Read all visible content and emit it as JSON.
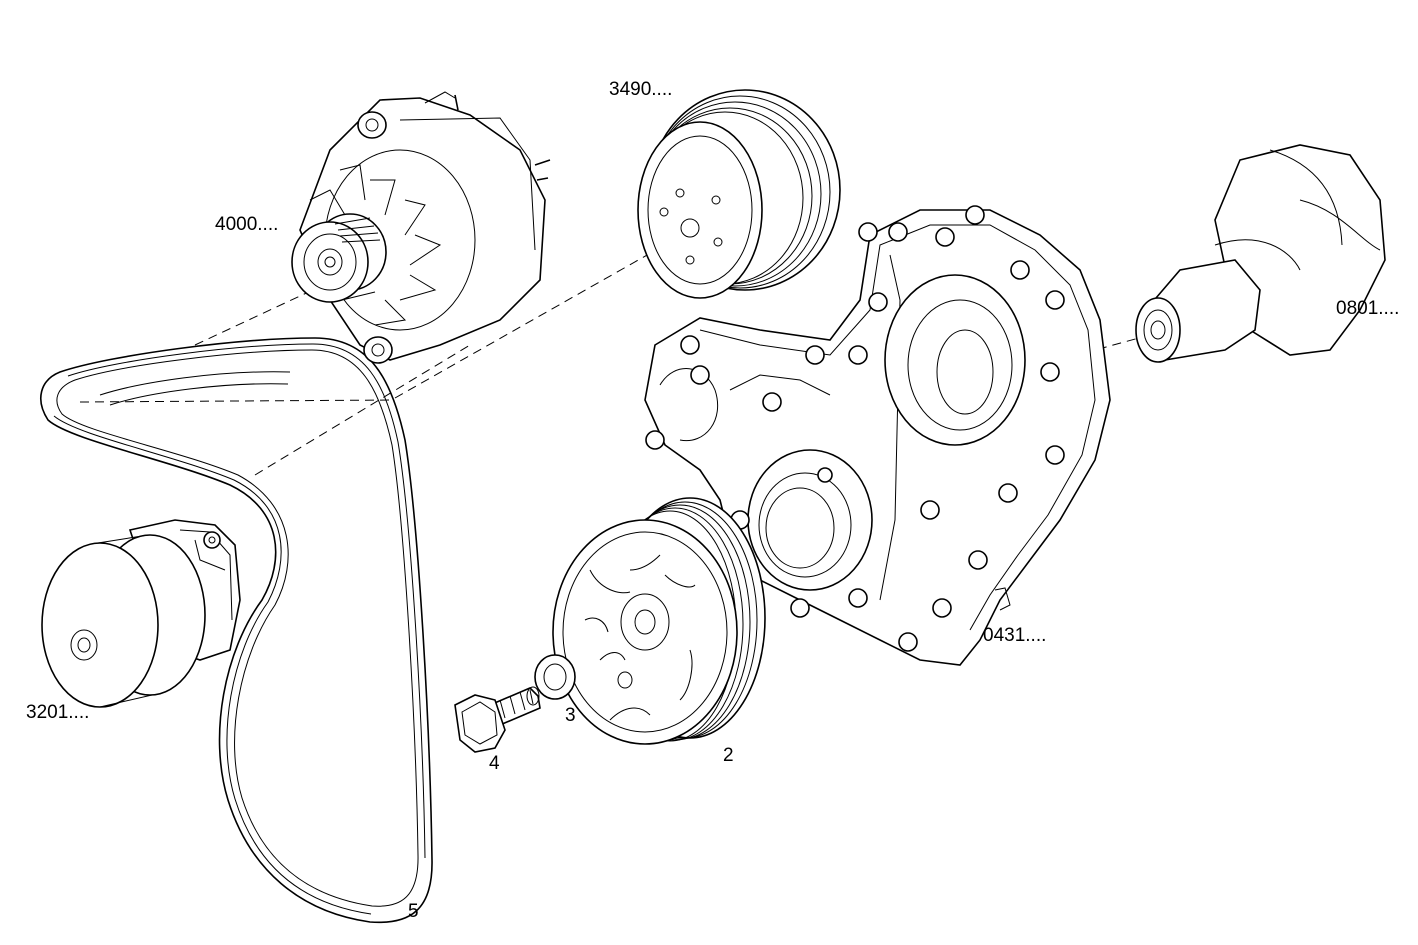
{
  "callouts": {
    "p3490": "3490....",
    "p4000": "4000....",
    "p0801": "0801....",
    "p0431": "0431....",
    "p3201": "3201....",
    "p2": "2",
    "p3": "3",
    "p4": "4",
    "p5": "5"
  },
  "colors": {
    "line": "#000000",
    "background": "#ffffff"
  }
}
